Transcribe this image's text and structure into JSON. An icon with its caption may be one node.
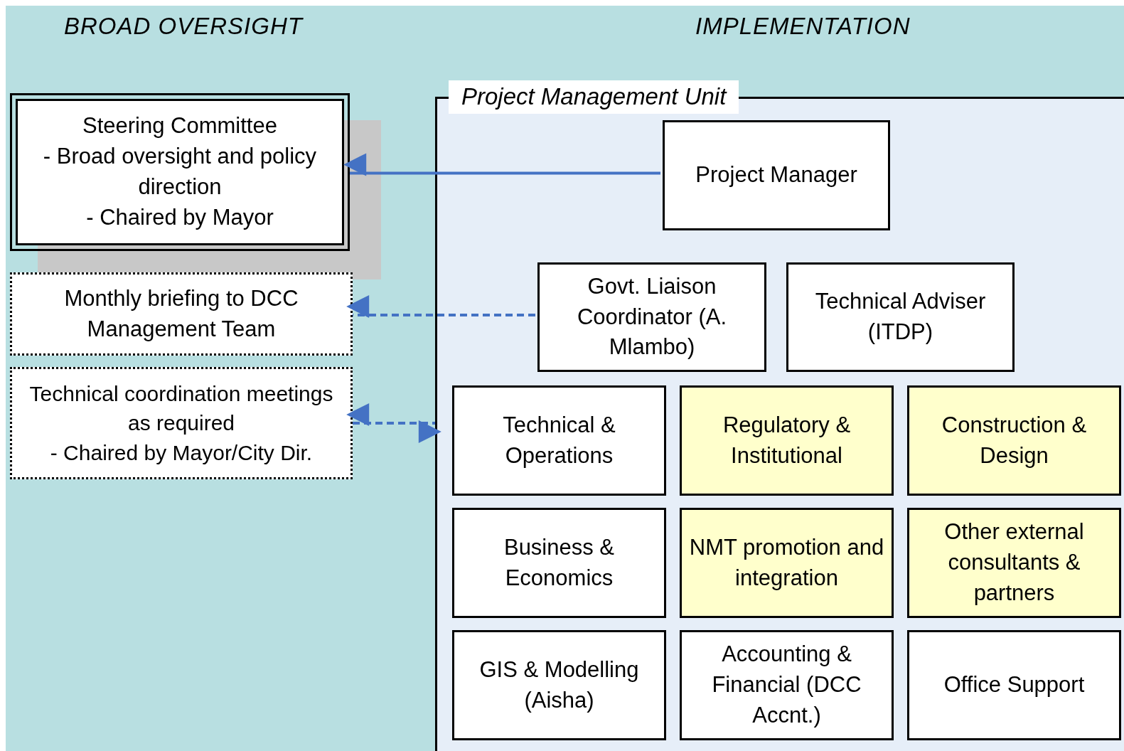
{
  "diagram": {
    "nodes": [
      {
        "text": [
          "Steering Committee",
          "- Broad oversight and policy direction",
          "- Chaired by Mayor"
        ]
      },
      {
        "text": [
          "Monthly briefing to DCC Management Team"
        ]
      },
      {
        "text": [
          "Technical coordination meetings as required",
          "- Chaired by Mayor/City Dir."
        ]
      },
      {
        "text": [
          "Project Management Unit"
        ]
      },
      {
        "text": [
          "Project Manager"
        ],
        "in": 3
      },
      {
        "text": [
          "Govt. Liaison Coordinator (A. Mlambo)"
        ],
        "in": 3
      },
      {
        "text": [
          "Technical Adviser (ITDP)"
        ],
        "in": 3
      },
      {
        "text": [
          "Technical & Operations"
        ],
        "in": 3
      },
      {
        "text": [
          "Regulatory & Institutional"
        ],
        "in": 3
      },
      {
        "text": [
          "Construction & Design"
        ],
        "in": 3
      },
      {
        "text": [
          "Business & Economics"
        ],
        "in": 3
      },
      {
        "text": [
          "NMT promotion and integration"
        ],
        "in": 3
      },
      {
        "text": [
          "Other external consultants & partners"
        ],
        "in": 3
      },
      {
        "text": [
          "GIS & Modelling (Aisha)"
        ],
        "in": 3
      },
      {
        "text": [
          "Accounting & Financial (DCC Accnt.)"
        ],
        "in": 3
      },
      {
        "text": [
          "Office Support"
        ],
        "in": 3
      }
    ],
    "edges": [
      {
        "from": 4,
        "to": 0,
        "arrow": "to"
      },
      {
        "from": 5,
        "to": 1,
        "arrow": "to",
        "style": "dashed"
      },
      {
        "from": 2,
        "to": 3,
        "arrow": "both",
        "style": "dashed"
      }
    ],
    "labels": [
      "BROAD OVERSIGHT",
      "IMPLEMENTATION"
    ]
  }
}
